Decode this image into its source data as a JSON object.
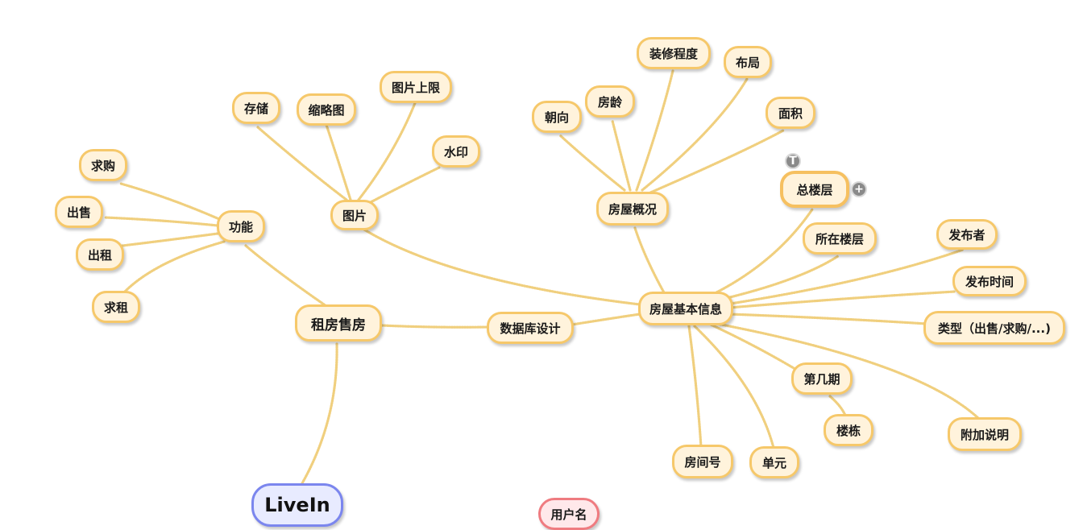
{
  "nodes": {
    "livein": "LiveIn",
    "rent_sale": "租房售房",
    "function": "功能",
    "buy_request": "求购",
    "sell": "出售",
    "rent_out": "出租",
    "rent_request": "求租",
    "picture": "图片",
    "storage": "存储",
    "thumbnail": "缩略图",
    "picture_limit": "图片上限",
    "watermark": "水印",
    "database_design": "数据库设计",
    "house_basic_info": "房屋基本信息",
    "house_overview": "房屋概况",
    "orientation": "朝向",
    "house_age": "房龄",
    "decoration_level": "装修程度",
    "layout": "布局",
    "area": "面积",
    "total_floors": "总楼层",
    "floor": "所在楼层",
    "publisher": "发布者",
    "publish_time": "发布时间",
    "type": "类型（出售/求购/...)",
    "phase": "第几期",
    "building": "楼栋",
    "extra_notes": "附加说明",
    "room_number": "房间号",
    "unit": "单元",
    "username": "用户名"
  },
  "controls": {
    "collapse_glyph": "T",
    "add_glyph": "+"
  },
  "colors": {
    "node_fill": "#fff3dc",
    "node_border": "#f6c86a",
    "link": "#f0cf7e",
    "root_fill": "#e8ebff",
    "root_border": "#7b86ee",
    "user_fill": "#ffe8ea",
    "user_border": "#ef7b80"
  }
}
